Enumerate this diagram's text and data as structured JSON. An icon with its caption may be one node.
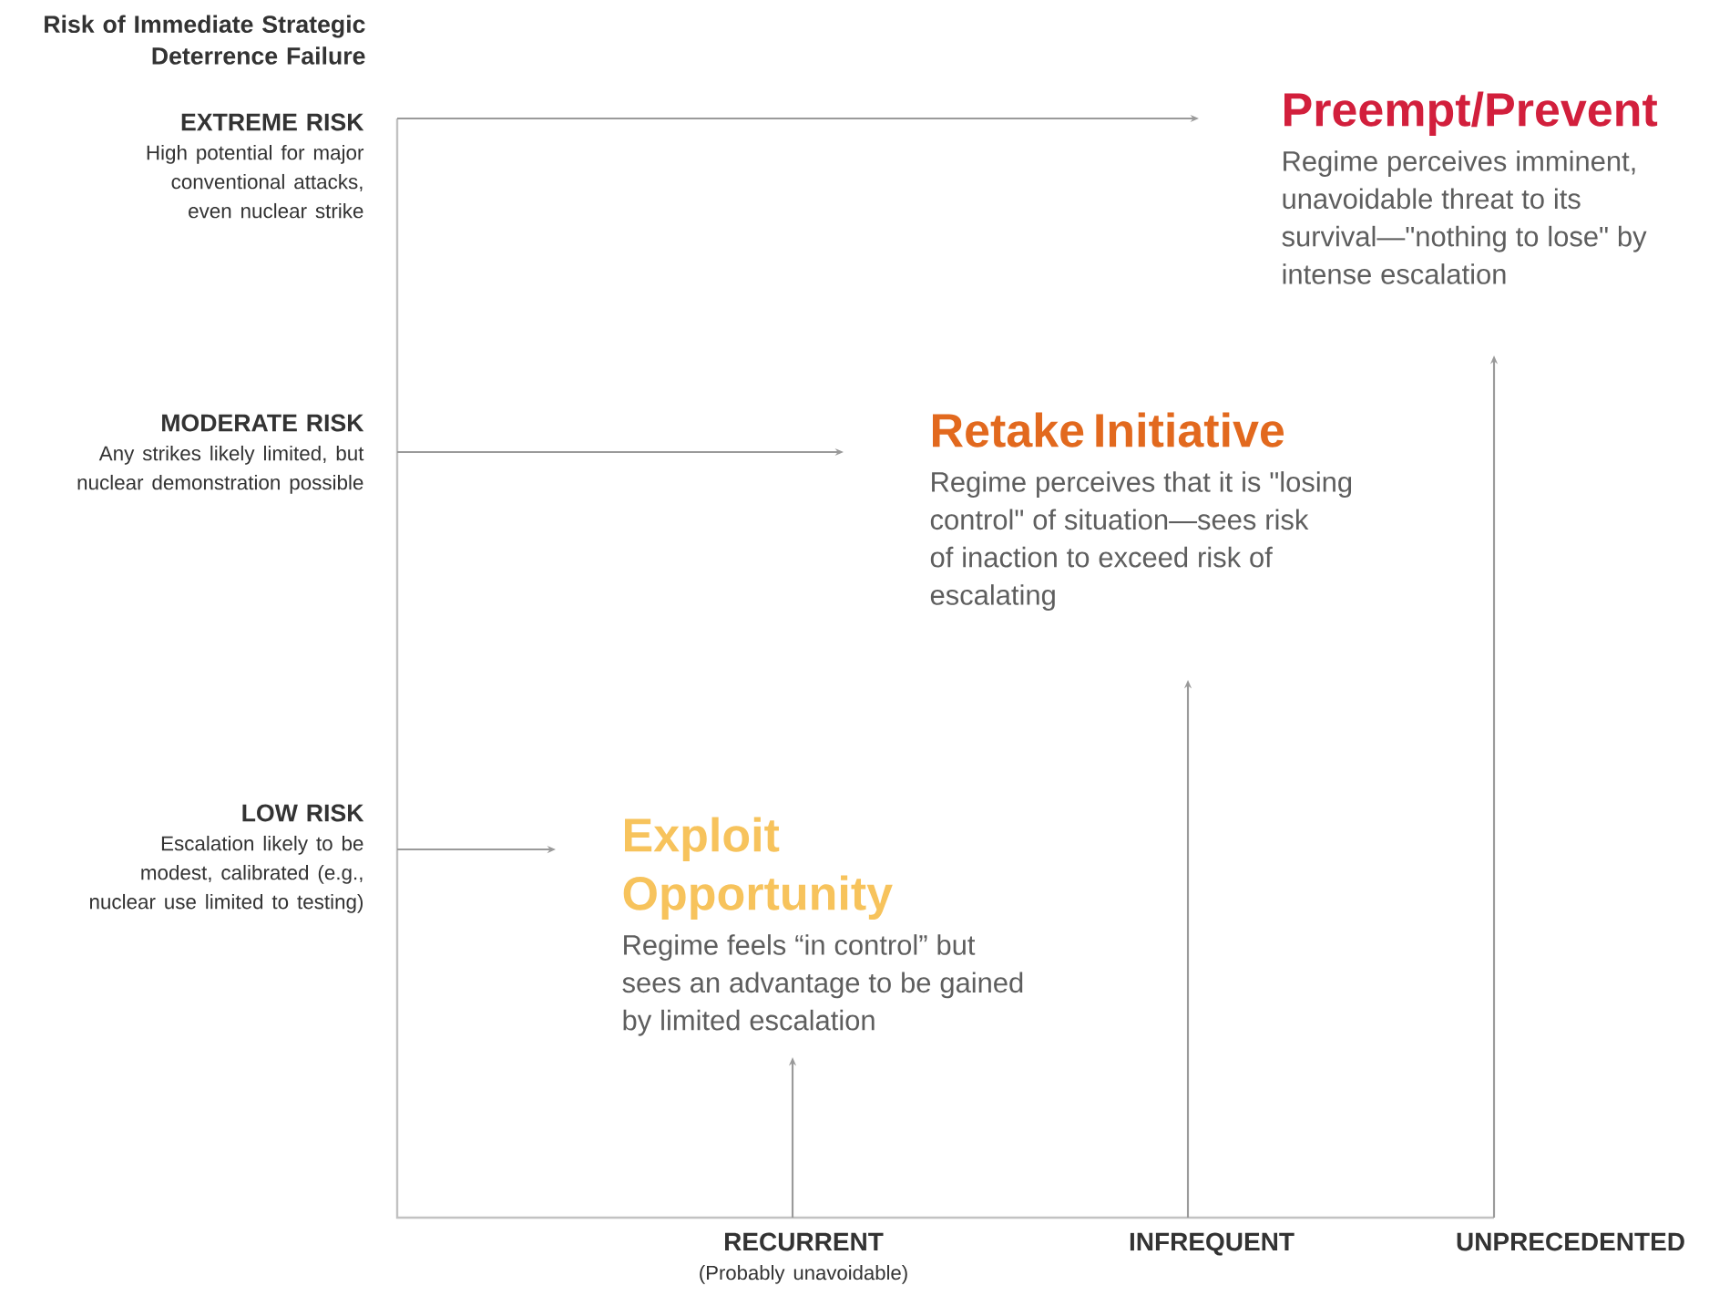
{
  "diagram": {
    "title": "Risk of Immediate Strategic Deterrence Failure",
    "nodes": [
      {
        "text": [
          "EXTREME RISK",
          "High potential for major conventional attacks, even nuclear strike"
        ]
      },
      {
        "text": [
          "MODERATE RISK",
          "Any strikes likely limited, but nuclear demonstration possible"
        ]
      },
      {
        "text": [
          "LOW RISK",
          "Escalation likely to be modest, calibrated (e.g., nuclear use limited to testing)"
        ]
      },
      {
        "text": [
          "Preempt/Prevent",
          "Regime perceives imminent, unavoidable threat to its survival—\"nothing to lose\" by intense escalation"
        ]
      },
      {
        "text": [
          "Retake Initiative",
          "Regime perceives that it is \"losing control\" of situation—sees risk of inaction to exceed risk of escalating"
        ]
      },
      {
        "text": [
          "Exploit Opportunity",
          "Regime feels “in control” but sees an advantage to be gained by limited escalation"
        ]
      },
      {
        "text": [
          "RECURRENT",
          "(Probably unavoidable)"
        ]
      },
      {
        "text": [
          "INFREQUENT"
        ]
      },
      {
        "text": [
          "UNPRECEDENTED"
        ]
      }
    ],
    "edges": [
      {
        "from": 0,
        "to": 3,
        "arrow": "to"
      },
      {
        "from": 1,
        "to": 4,
        "arrow": "to"
      },
      {
        "from": 2,
        "to": 5,
        "arrow": "to"
      },
      {
        "from": 6,
        "to": 5,
        "arrow": "to"
      },
      {
        "from": 7,
        "to": 4,
        "arrow": "to"
      },
      {
        "from": 8,
        "to": 3,
        "arrow": "to"
      }
    ]
  }
}
